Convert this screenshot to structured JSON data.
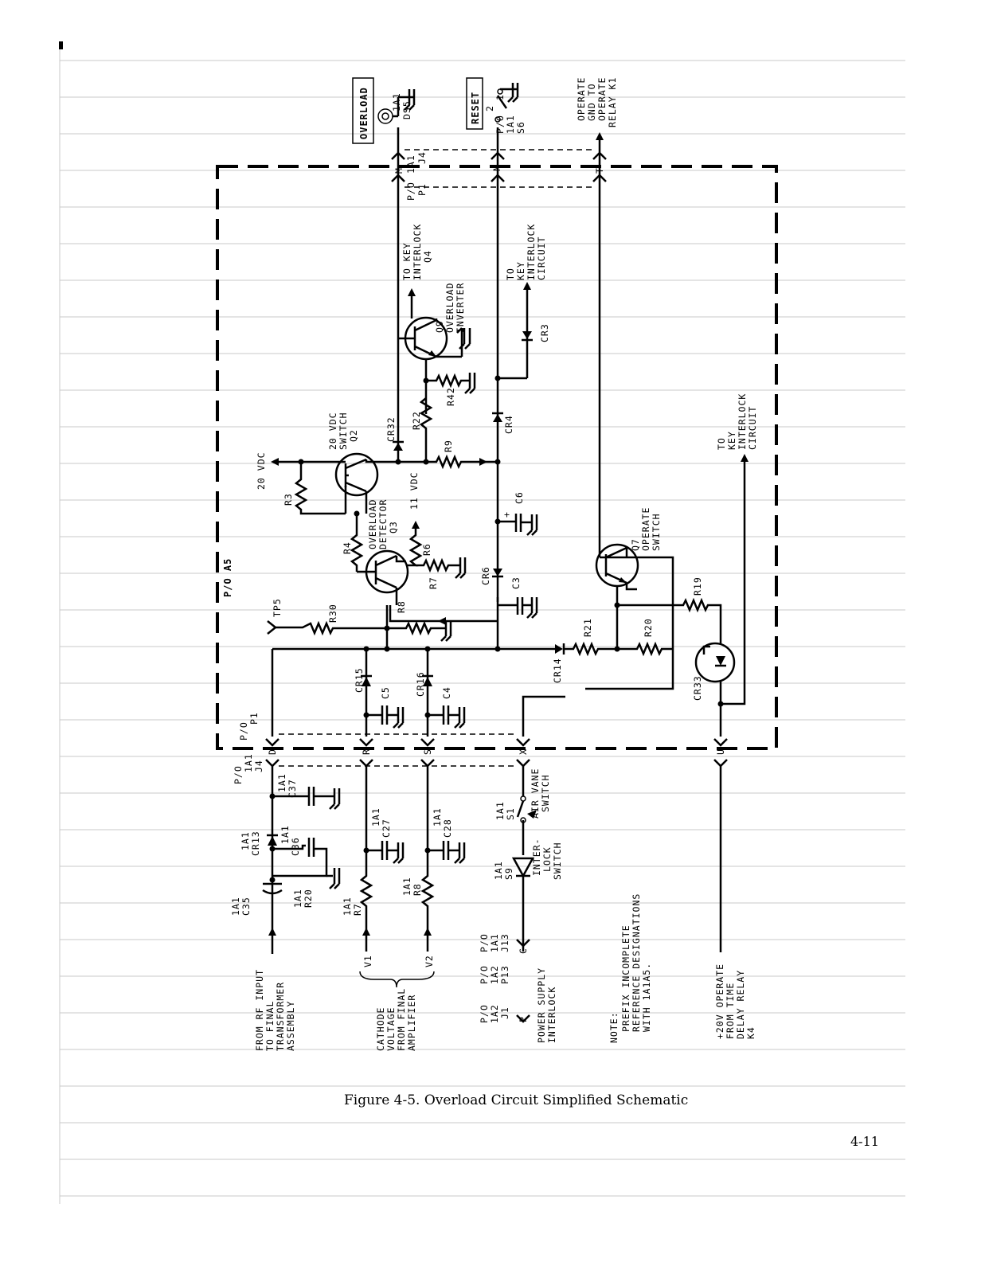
{
  "figure": {
    "caption": "Figure 4-5.  Overload Circuit Simplified Schematic",
    "page_number": "4-11"
  },
  "board": {
    "label": "P/O A5"
  },
  "top": {
    "overload_lamp": "OVERLOAD",
    "ds5_ref": [
      "1A1",
      "DS5"
    ],
    "reset_button": "RESET",
    "s6_ref": [
      "2",
      "P/O",
      "1A1",
      "S6"
    ],
    "relay_note": [
      "OPERATE",
      "GND TO",
      "OPERATE",
      "RELAY K1"
    ],
    "j4_top": [
      "1A1",
      "J4"
    ],
    "p1_top": [
      "P/O",
      "P1"
    ],
    "pin_m": "M",
    "pin_n": "N",
    "pin_t": "T"
  },
  "circuit": {
    "to_key_q4": [
      "TO KEY",
      "INTERLOCK",
      "Q4"
    ],
    "to_key_circuit": [
      "TO",
      "KEY",
      "INTERLOCK",
      "CIRCUIT"
    ],
    "q9": [
      "Q9",
      "OVERLOAD",
      "INVERTER"
    ],
    "cr3": "CR3",
    "r42": "R42",
    "r22": "R22",
    "cr32": "CR32",
    "cr4": "CR4",
    "r9": "R9",
    "q2": [
      "20 VDC",
      "SWITCH",
      "Q2"
    ],
    "vdc20": "20 VDC",
    "r3": "R3",
    "vdc11": "11 VDC",
    "c6": "C6",
    "q3": [
      "OVERLOAD",
      "DETECTOR",
      "Q3"
    ],
    "r4": "R4",
    "r6": "R6",
    "r7": "R7",
    "cr6": "CR6",
    "tp5": "TP5",
    "r30": "R30",
    "r8": "R8",
    "c3": "C3",
    "to_key_right": [
      "TO",
      "KEY",
      "INTERLOCK",
      "CIRCUIT"
    ],
    "q7": [
      "Q7",
      "OPERATE",
      "SWITCH"
    ],
    "r19": "R19",
    "r21": "R21",
    "r20": "R20",
    "cr14": "CR14",
    "cr33": "CR33",
    "cr15": "CR15",
    "c5": "C5",
    "cr16": "CR16",
    "c4": "C4",
    "p1_bottom": [
      "P/O",
      "P1"
    ],
    "j4_bottom": [
      "P/O",
      "1A1",
      "J4"
    ],
    "pin_d": "D",
    "pin_r": "R",
    "pin_s": "S",
    "pin_x": "X",
    "pin_u": "U"
  },
  "lower": {
    "c37": [
      "1A1",
      "C37"
    ],
    "cr13": [
      "1A1",
      "CR13"
    ],
    "c36": [
      "1A1",
      "C36"
    ],
    "c35": [
      "1A1",
      "C35"
    ],
    "r20": [
      "1A1",
      "R20"
    ],
    "c27": [
      "1A1",
      "C27"
    ],
    "c28": [
      "1A1",
      "C28"
    ],
    "r7": [
      "1A1",
      "R7"
    ],
    "r8": [
      "1A1",
      "R8"
    ],
    "s1": [
      "1A1",
      "S1"
    ],
    "air_vane": [
      "AIR VANE",
      "SWITCH"
    ],
    "s9": [
      "1A1",
      "S9"
    ],
    "interlock_sw": [
      "INTER-",
      "LOCK",
      "SWITCH"
    ],
    "v1": "V1",
    "v2": "V2",
    "pin_c": "C",
    "pin_p": "P",
    "j13": [
      "P/O",
      "1A1",
      "J13"
    ],
    "p13": [
      "P/O",
      "1A2",
      "P13"
    ],
    "j1": [
      "P/O",
      "1A2",
      "J1"
    ]
  },
  "notes": {
    "rf_input": [
      "FROM RF INPUT",
      "TO FINAL",
      "TRANSFORMER",
      "ASSEMBLY"
    ],
    "cathode": [
      "CATHODE",
      "VOLTAGE",
      "FROM FINAL",
      "AMPLIFIER"
    ],
    "power_supply": [
      "POWER SUPPLY",
      "INTERLOCK"
    ],
    "note": [
      "NOTE:",
      "PREFIX INCOMPLETE",
      "REFERENCE DESIGNATIONS",
      "WITH 1A1A5."
    ],
    "operate_20v": [
      "+20V OPERATE",
      "FROM TIME",
      "DELAY RELAY",
      "K4"
    ]
  }
}
